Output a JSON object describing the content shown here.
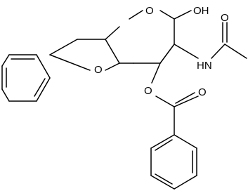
{
  "molecule": {
    "atoms": {
      "ring_o": "O",
      "hydroxyl": "OH",
      "amide_n": "HN",
      "amide_o": "O",
      "acetal_o": "O",
      "ester_o": "O",
      "carbonyl_o": "O"
    }
  }
}
